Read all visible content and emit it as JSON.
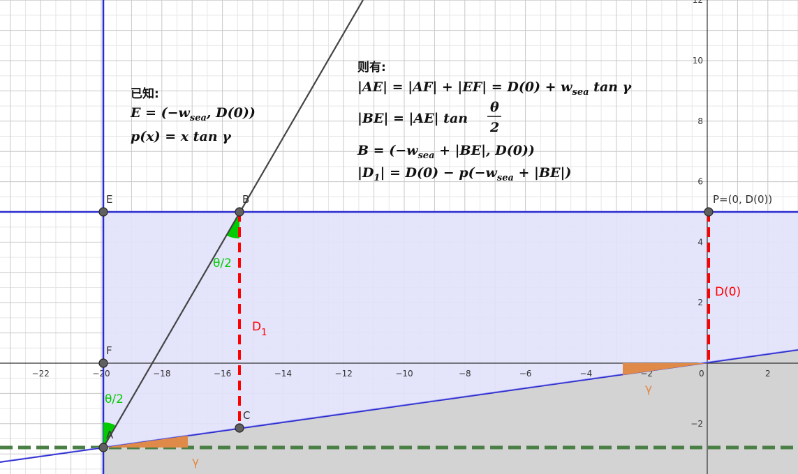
{
  "axes": {
    "x_ticks": [
      "−22",
      "−20",
      "−18",
      "−16",
      "−14",
      "−12",
      "−10",
      "−8",
      "−6",
      "−4",
      "−2",
      "0",
      "2"
    ],
    "y_ticks": [
      "12",
      "10",
      "8",
      "6",
      "4",
      "2",
      "−2"
    ]
  },
  "points": {
    "E": "E",
    "B": "B",
    "F": "F",
    "A": "A",
    "C": "C",
    "P": "P=(0, D(0))"
  },
  "annotations": {
    "theta_half_top": "θ/2",
    "theta_half_bottom": "θ/2",
    "d1": "D",
    "d1_sub": "1",
    "d0": "D(0)",
    "gamma_right": "γ",
    "gamma_left": "γ"
  },
  "given": {
    "header": "已知:",
    "line1": "E = (−w",
    "line1_sub": "sea",
    "line1_end": ", D(0))",
    "line2": "p(x) = x tan γ"
  },
  "then": {
    "header": "则有:",
    "line1": "|AE| = |AF| + |EF| = D(0) + w",
    "line1_sub": "sea",
    "line1_end": " tan γ",
    "line2_left": "|BE| = |AE| tan",
    "line2_num": "θ",
    "line2_den": "2",
    "line3": "B = (−w",
    "line3_sub": "sea",
    "line3_end": " + |BE|, D(0))",
    "line4a": "|D",
    "line4a_sub": "1",
    "line4b": "| = D(0) − p(−w",
    "line4_sub": "sea",
    "line4_end": " + |BE|)"
  },
  "colors": {
    "grid_minor": "#e6e6e6",
    "grid_major": "#c8c8c8",
    "axis": "#333333",
    "blue_line": "#2b2bd0",
    "blue_fill": "#e1e1fb",
    "gray_fill": "#d3d3d3",
    "dark_line": "#444444",
    "red_dash": "#ff0000",
    "green_dash": "#4a7f45",
    "green_angle": "#00cc00",
    "orange": "#e08a4a",
    "label_green": "#00cc00",
    "label_red": "#ff0000",
    "label_orange": "#e08a4a"
  }
}
